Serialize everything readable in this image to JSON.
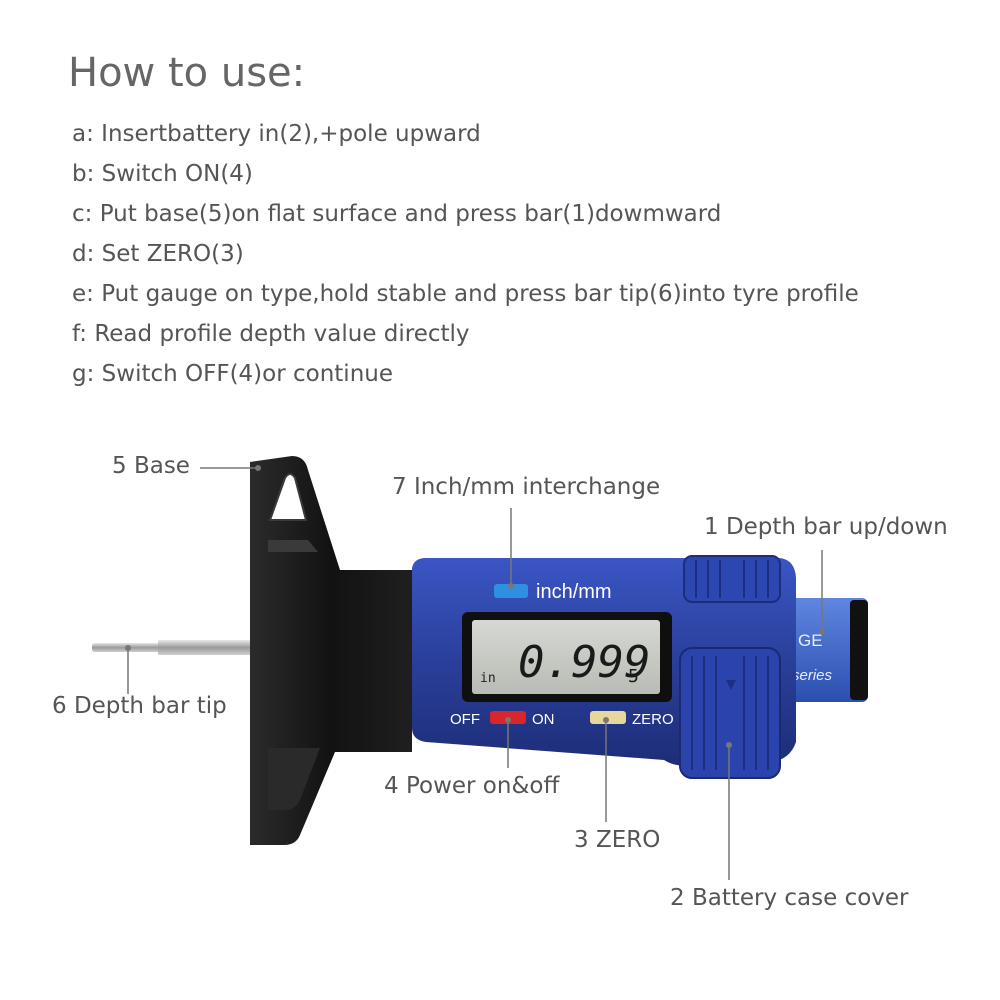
{
  "header": {
    "title": "How to use:"
  },
  "steps": [
    "a: Insertbattery in(2),+pole upward",
    "b: Switch ON(4)",
    "c: Put base(5)on flat surface and press bar(1)dowmward",
    "d: Set ZERO(3)",
    "e: Put gauge on type,hold stable and press bar tip(6)into tyre profile",
    "f:  Read profile depth value directly",
    "g: Switch OFF(4)or continue"
  ],
  "callouts": {
    "base": "5 Base",
    "inch_mm": "7 Inch/mm interchange",
    "depth_bar": "1 Depth bar up/down",
    "depth_tip": "6 Depth bar tip",
    "power": "4 Power on&off",
    "zero": "3 ZERO",
    "battery": "2 Battery case cover"
  },
  "device": {
    "inch_mm_label": "inch/mm",
    "lcd_unit": "in",
    "lcd_reading": "0.999",
    "lcd_subdigit": "5",
    "off_label": "OFF",
    "on_label": "ON",
    "zero_label": "ZERO",
    "bar_text_1": "GE",
    "bar_text_2": "series"
  },
  "colors": {
    "body_blue": "#2a3f9a",
    "base_black": "#1a1a1a",
    "lcd_bg": "#c9ccc6",
    "button_inch": "#2f8fe0",
    "button_power": "#d9262b",
    "button_zero": "#e8d79a"
  }
}
